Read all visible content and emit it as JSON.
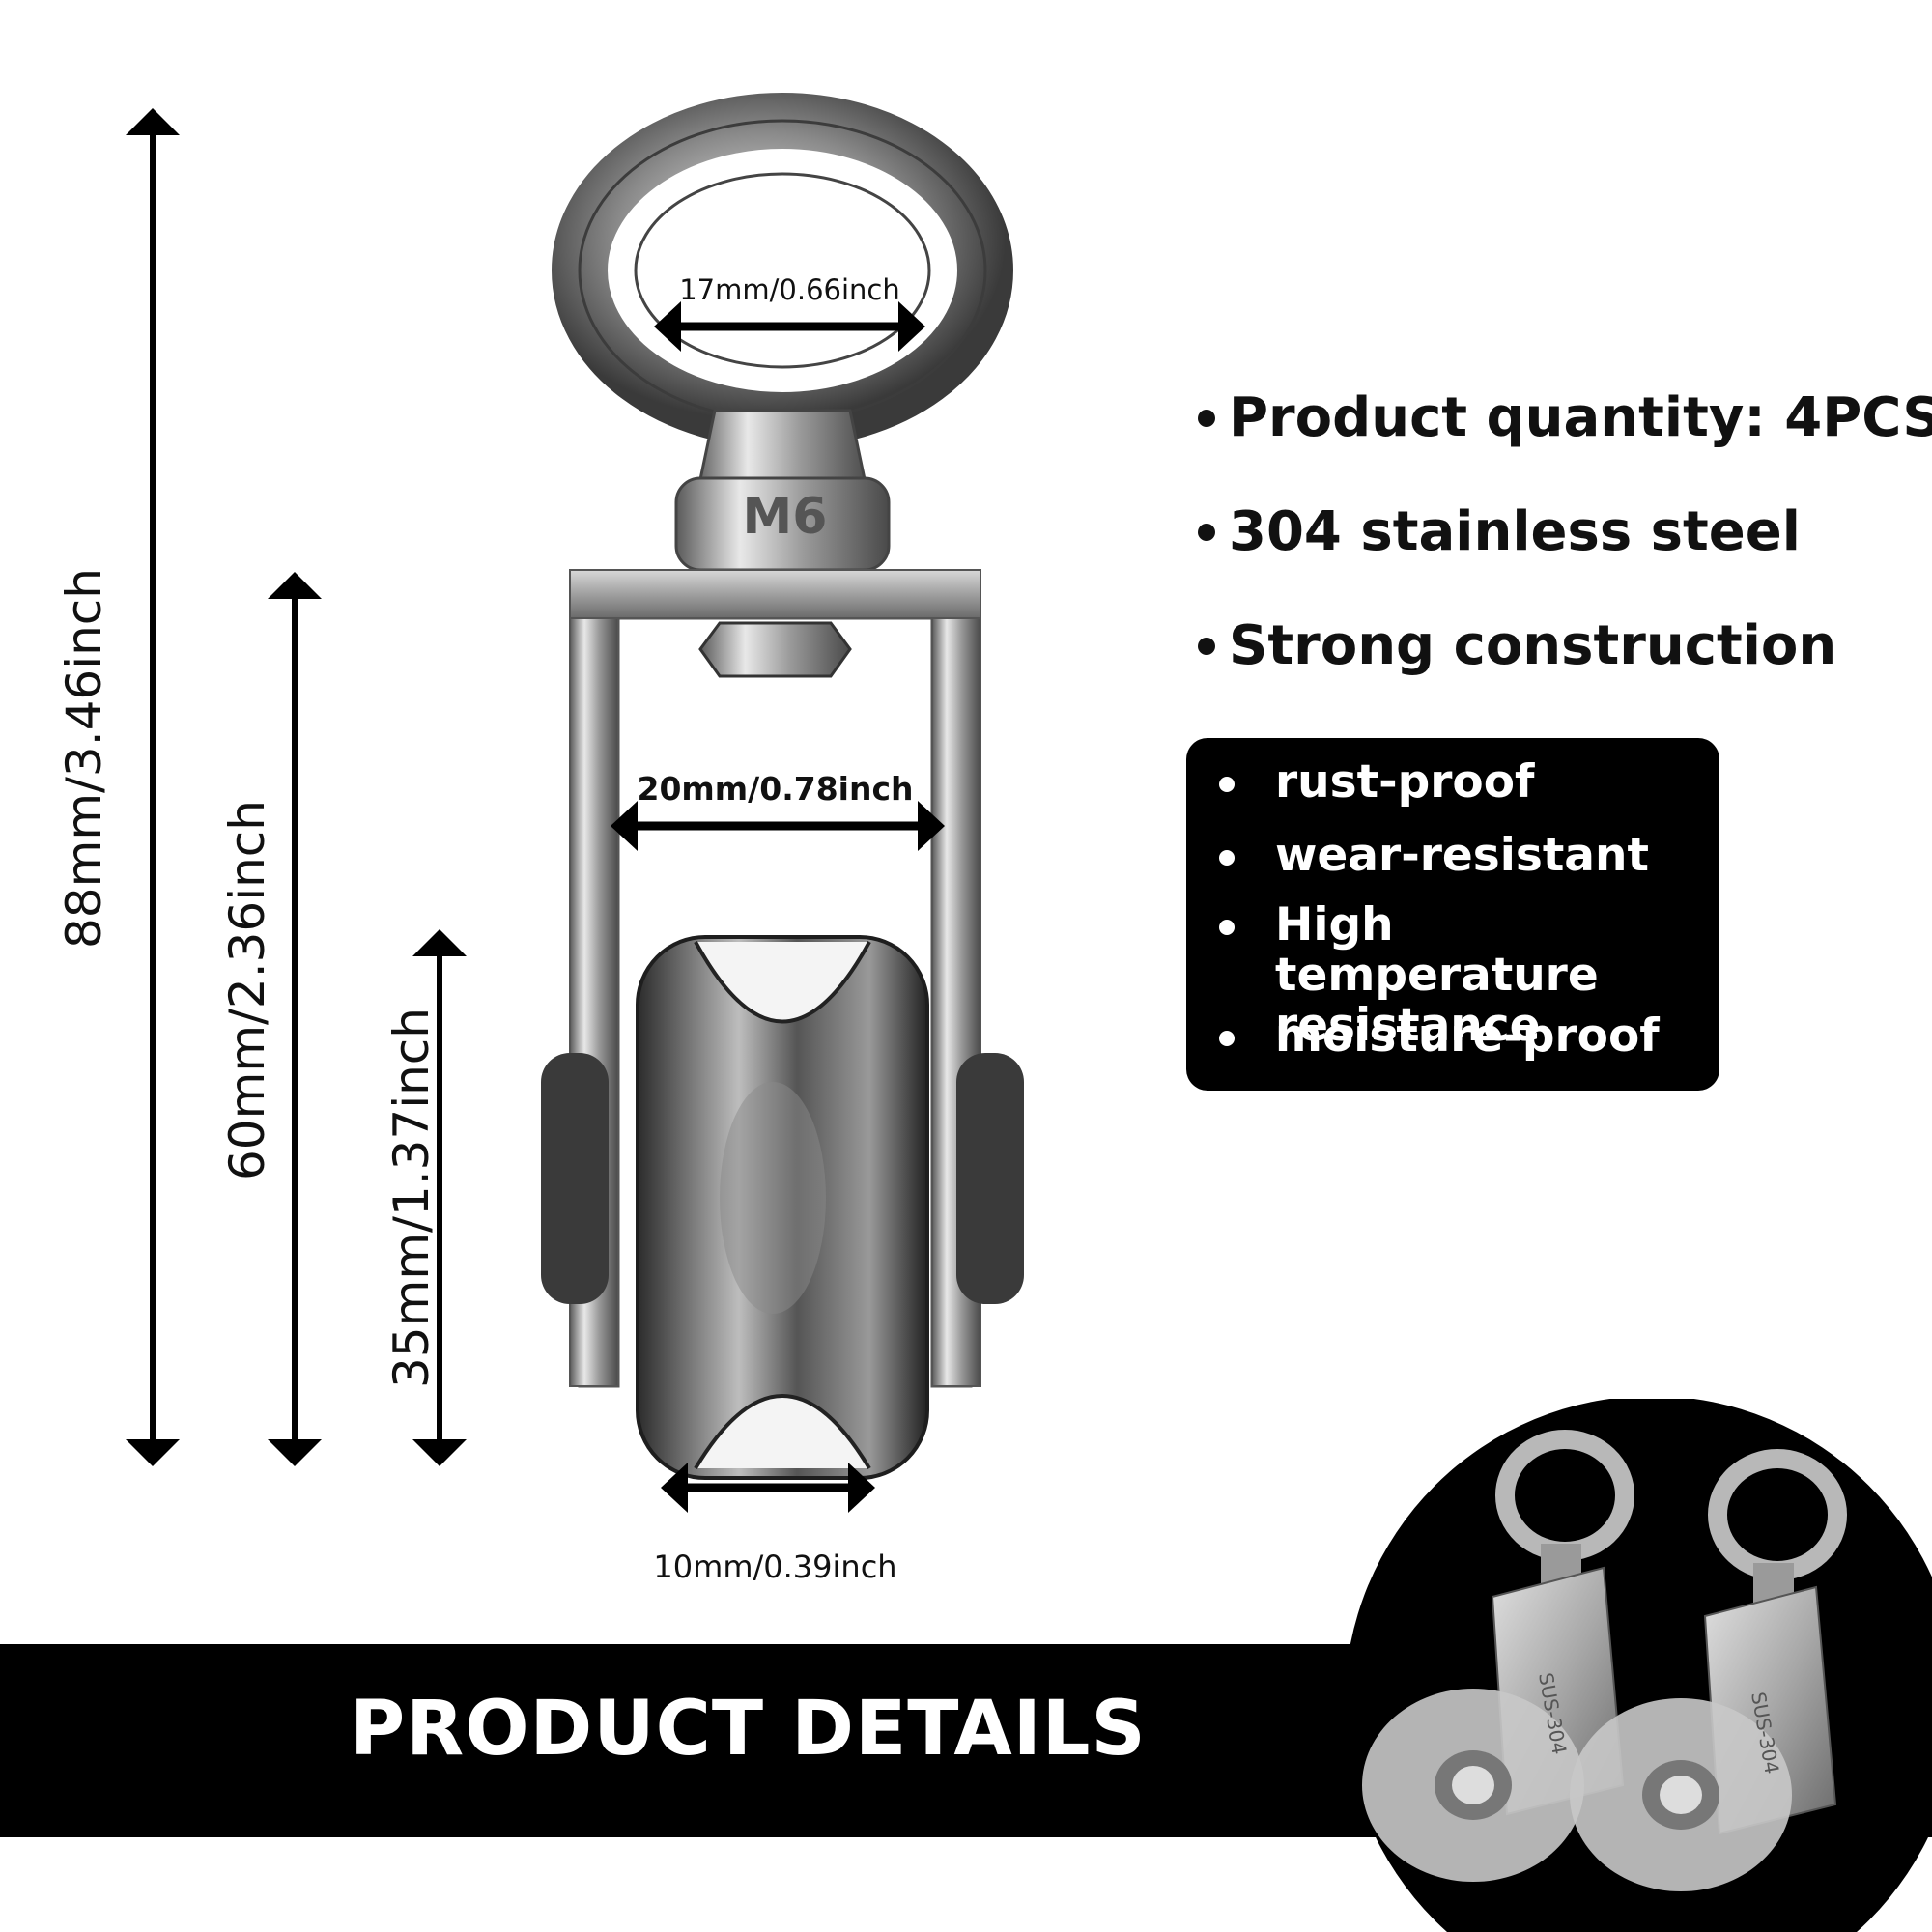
{
  "dimensions": {
    "height_total": "88mm/3.46inch",
    "height_body": "60mm/2.36inch",
    "height_wheel": "35mm/1.37inch",
    "ring_inner": "17mm/0.66inch",
    "bracket_width": "20mm/0.78inch",
    "groove_width": "10mm/0.39inch"
  },
  "eye_bolt_marking": "M6",
  "features": [
    "Product quantity: 4PCS",
    "304 stainless steel",
    "Strong construction"
  ],
  "panel_items": [
    "rust-proof",
    "wear-resistant",
    "High temperature resistance",
    "moisture-proof"
  ],
  "footer": {
    "title": "PRODUCT DETAILS"
  },
  "thumbnail_marking": "SUS-304",
  "colors": {
    "background": "#ffffff",
    "panel": "#000000",
    "text_dark": "#111111",
    "text_light": "#ffffff"
  }
}
